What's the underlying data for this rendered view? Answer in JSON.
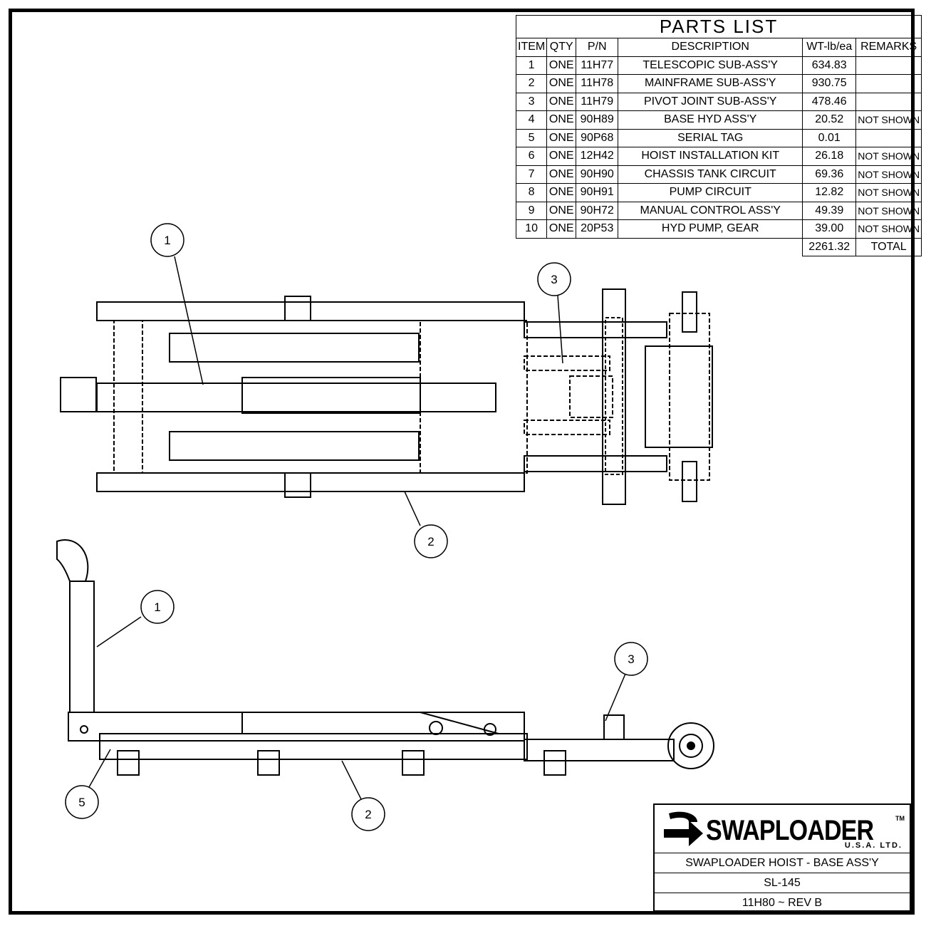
{
  "parts_list": {
    "title": "PARTS LIST",
    "headers": [
      "ITEM",
      "QTY",
      "P/N",
      "DESCRIPTION",
      "WT-lb/ea",
      "REMARKS"
    ],
    "rows": [
      [
        "1",
        "ONE",
        "11H77",
        "TELESCOPIC SUB-ASS'Y",
        "634.83",
        ""
      ],
      [
        "2",
        "ONE",
        "11H78",
        "MAINFRAME SUB-ASS'Y",
        "930.75",
        ""
      ],
      [
        "3",
        "ONE",
        "11H79",
        "PIVOT JOINT SUB-ASS'Y",
        "478.46",
        ""
      ],
      [
        "4",
        "ONE",
        "90H89",
        "BASE HYD ASS'Y",
        "20.52",
        "NOT SHOWN"
      ],
      [
        "5",
        "ONE",
        "90P68",
        "SERIAL TAG",
        "0.01",
        ""
      ],
      [
        "6",
        "ONE",
        "12H42",
        "HOIST INSTALLATION KIT",
        "26.18",
        "NOT SHOWN"
      ],
      [
        "7",
        "ONE",
        "90H90",
        "CHASSIS TANK CIRCUIT",
        "69.36",
        "NOT SHOWN"
      ],
      [
        "8",
        "ONE",
        "90H91",
        "PUMP CIRCUIT",
        "12.82",
        "NOT SHOWN"
      ],
      [
        "9",
        "ONE",
        "90H72",
        "MANUAL CONTROL ASS'Y",
        "49.39",
        "NOT SHOWN"
      ],
      [
        "10",
        "ONE",
        "20P53",
        "HYD PUMP, GEAR",
        "39.00",
        "NOT SHOWN"
      ]
    ],
    "total_weight": "2261.32",
    "total_label": "TOTAL"
  },
  "title_block": {
    "logo_text": "SWAPLOADER",
    "logo_sub": "U.S.A. LTD.",
    "logo_tm": "TM",
    "drawing_title": "SWAPLOADER HOIST - BASE ASS'Y",
    "model": "SL-145",
    "part_rev": "11H80 ~ REV B"
  },
  "balloons": {
    "top_1": "1",
    "top_3": "3",
    "top_2": "2",
    "side_1": "1",
    "side_3": "3",
    "side_5": "5",
    "side_2": "2"
  }
}
